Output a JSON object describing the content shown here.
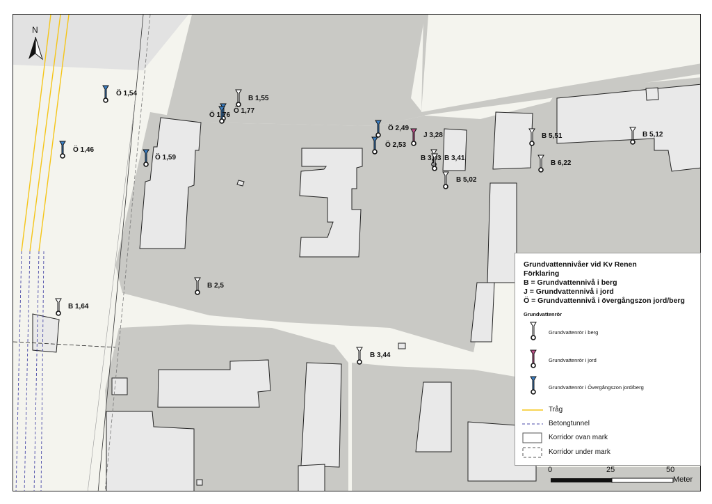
{
  "map": {
    "north_label": "N",
    "colors": {
      "background": "#f4f4ee",
      "block": "#c9c9c5",
      "light_block": "#e2e2e2",
      "building": "#e9e9e9",
      "building_stroke": "#222222",
      "trag": "#f5c518",
      "tunnel": "#4a4aa8",
      "pipe_berg": "#111111",
      "pipe_jord": "#c0508a",
      "pipe_overgang": "#3b7fc4"
    },
    "wells": [
      {
        "label": "Ö 1,54",
        "type": "overgang"
      },
      {
        "label": "B 1,55",
        "type": "berg"
      },
      {
        "label": "Ö 1,76",
        "type": "overgang"
      },
      {
        "label": "Ö 1,77",
        "type": "overgang"
      },
      {
        "label": "Ö 1,46",
        "type": "overgang"
      },
      {
        "label": "Ö 1,59",
        "type": "overgang"
      },
      {
        "label": "Ö 2,49",
        "type": "overgang"
      },
      {
        "label": "Ö 2,53",
        "type": "overgang"
      },
      {
        "label": "J 3,28",
        "type": "jord"
      },
      {
        "label": "B 3,03",
        "type": "berg"
      },
      {
        "label": "B 3,41",
        "type": "berg"
      },
      {
        "label": "B 5,02",
        "type": "berg"
      },
      {
        "label": "B 5,51",
        "type": "berg"
      },
      {
        "label": "B 6,22",
        "type": "berg"
      },
      {
        "label": "B 5,12",
        "type": "berg"
      },
      {
        "label": "B 2,5",
        "type": "berg"
      },
      {
        "label": "B 1,64",
        "type": "berg"
      },
      {
        "label": "B 3,44",
        "type": "berg"
      }
    ]
  },
  "legend": {
    "title": "Grundvattennivåer vid Kv Renen",
    "explanation": "Förklaring",
    "line_b": "B = Grundvattennivå i berg",
    "line_j": "J = Grundvattennivå i jord",
    "line_o": "Ö = Grundvattennivå i övergångszon jord/berg",
    "section": "Grundvattenrör",
    "pipe_berg": "Grundvattenrör i berg",
    "pipe_jord": "Grundvattenrör i jord",
    "pipe_overgang": "Grundvattenrör i Övergångszon jord/berg",
    "trag": "Tråg",
    "tunnel": "Betongtunnel",
    "corr_above": "Korridor ovan mark",
    "corr_below": "Korridor under mark"
  },
  "scale": {
    "tick_0": "0",
    "tick_25": "25",
    "tick_50": "50",
    "unit": "Meter"
  }
}
